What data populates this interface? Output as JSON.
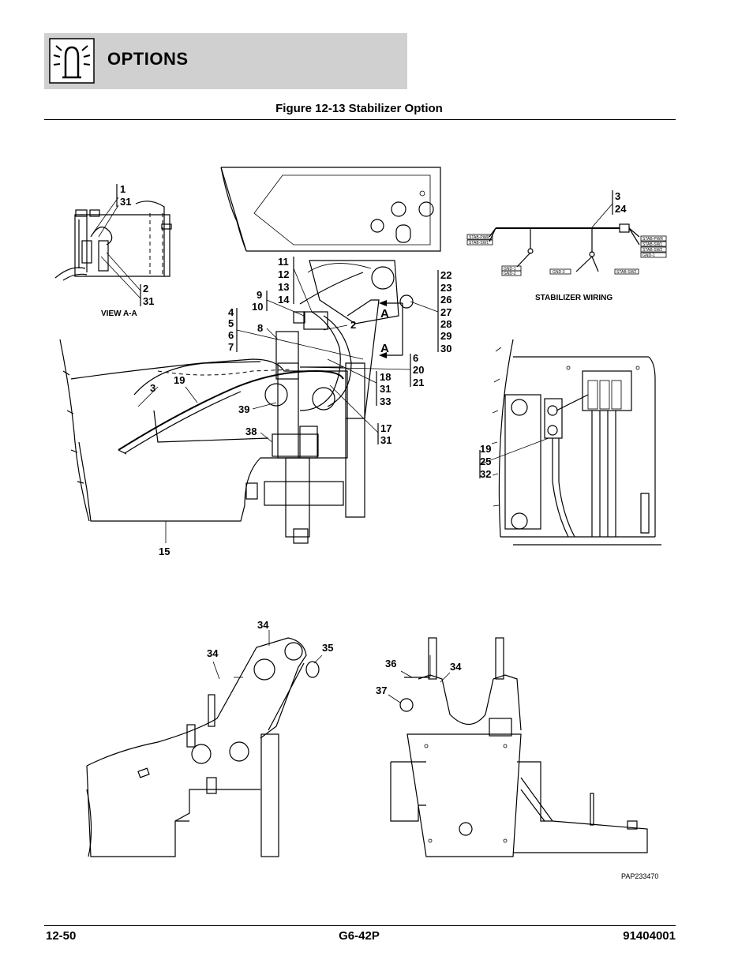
{
  "header": {
    "title": "OPTIONS",
    "icon": "light-beacon-icon"
  },
  "figure": {
    "title": "Figure 12-13 Stabilizer Option"
  },
  "views": {
    "view_aa": {
      "label": "VIEW A-A",
      "callouts": [
        "1",
        "31",
        "2",
        "31"
      ]
    },
    "stabilizer_wiring": {
      "label": "STABILIZER WIRING",
      "callouts": [
        "3",
        "24"
      ],
      "connector_tags": [
        "STAB-PWR",
        "STAB-SW1",
        "GND-1",
        "GND-2",
        "GND-3",
        "STAB-SW2",
        "STAB-PWR",
        "STAB-SW1",
        "STAB-SW2",
        "GND-1"
      ]
    },
    "main_assembly": {
      "callouts": [
        "11",
        "12",
        "13",
        "14",
        "9",
        "10",
        "4",
        "5",
        "6",
        "7",
        "8",
        "2",
        "22",
        "23",
        "26",
        "27",
        "28",
        "29",
        "30",
        "A",
        "A",
        "6",
        "20",
        "21",
        "18",
        "31",
        "33",
        "3",
        "19",
        "39",
        "17",
        "31",
        "38",
        "15"
      ]
    },
    "valve_view": {
      "callouts": [
        "19",
        "25",
        "32"
      ]
    },
    "lower_side": {
      "callouts": [
        "34",
        "34",
        "35"
      ]
    },
    "lower_front": {
      "callouts": [
        "36",
        "34",
        "37"
      ]
    },
    "drawing_number": "PAP233470"
  },
  "footer": {
    "page": "12-50",
    "model": "G6-42P",
    "part_number": "91404001"
  }
}
